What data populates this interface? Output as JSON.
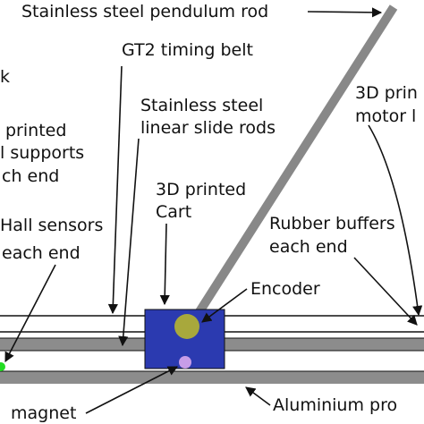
{
  "diagram": {
    "labels": {
      "pendulum_rod": "Stainless steel pendulum rod",
      "timing_belt": "GT2 timing belt",
      "frame_fragment": "k",
      "linear_rods_line1": "Stainless steel",
      "linear_rods_line2": "linear slide rods",
      "motor_line1": "3D prin",
      "motor_line2": "motor l",
      "supports_line1": "printed",
      "supports_line2": "l supports",
      "supports_line3": "ch end",
      "cart_line1": "3D printed",
      "cart_line2": "Cart",
      "hall_line1": "Hall sensors",
      "hall_line2": "each end",
      "buffers_line1": "Rubber buffers",
      "buffers_line2": "each end",
      "encoder": "Encoder",
      "magnet": "magnet",
      "aluminium": "Aluminium pro"
    },
    "colors": {
      "cart": "#2b3ab0",
      "encoder": "#a8a83c",
      "magnet": "#c79de8",
      "rail": "#8c8c8c",
      "rod": "#888888",
      "hall_sensor": "#22dd22",
      "arrow": "#111111"
    }
  }
}
